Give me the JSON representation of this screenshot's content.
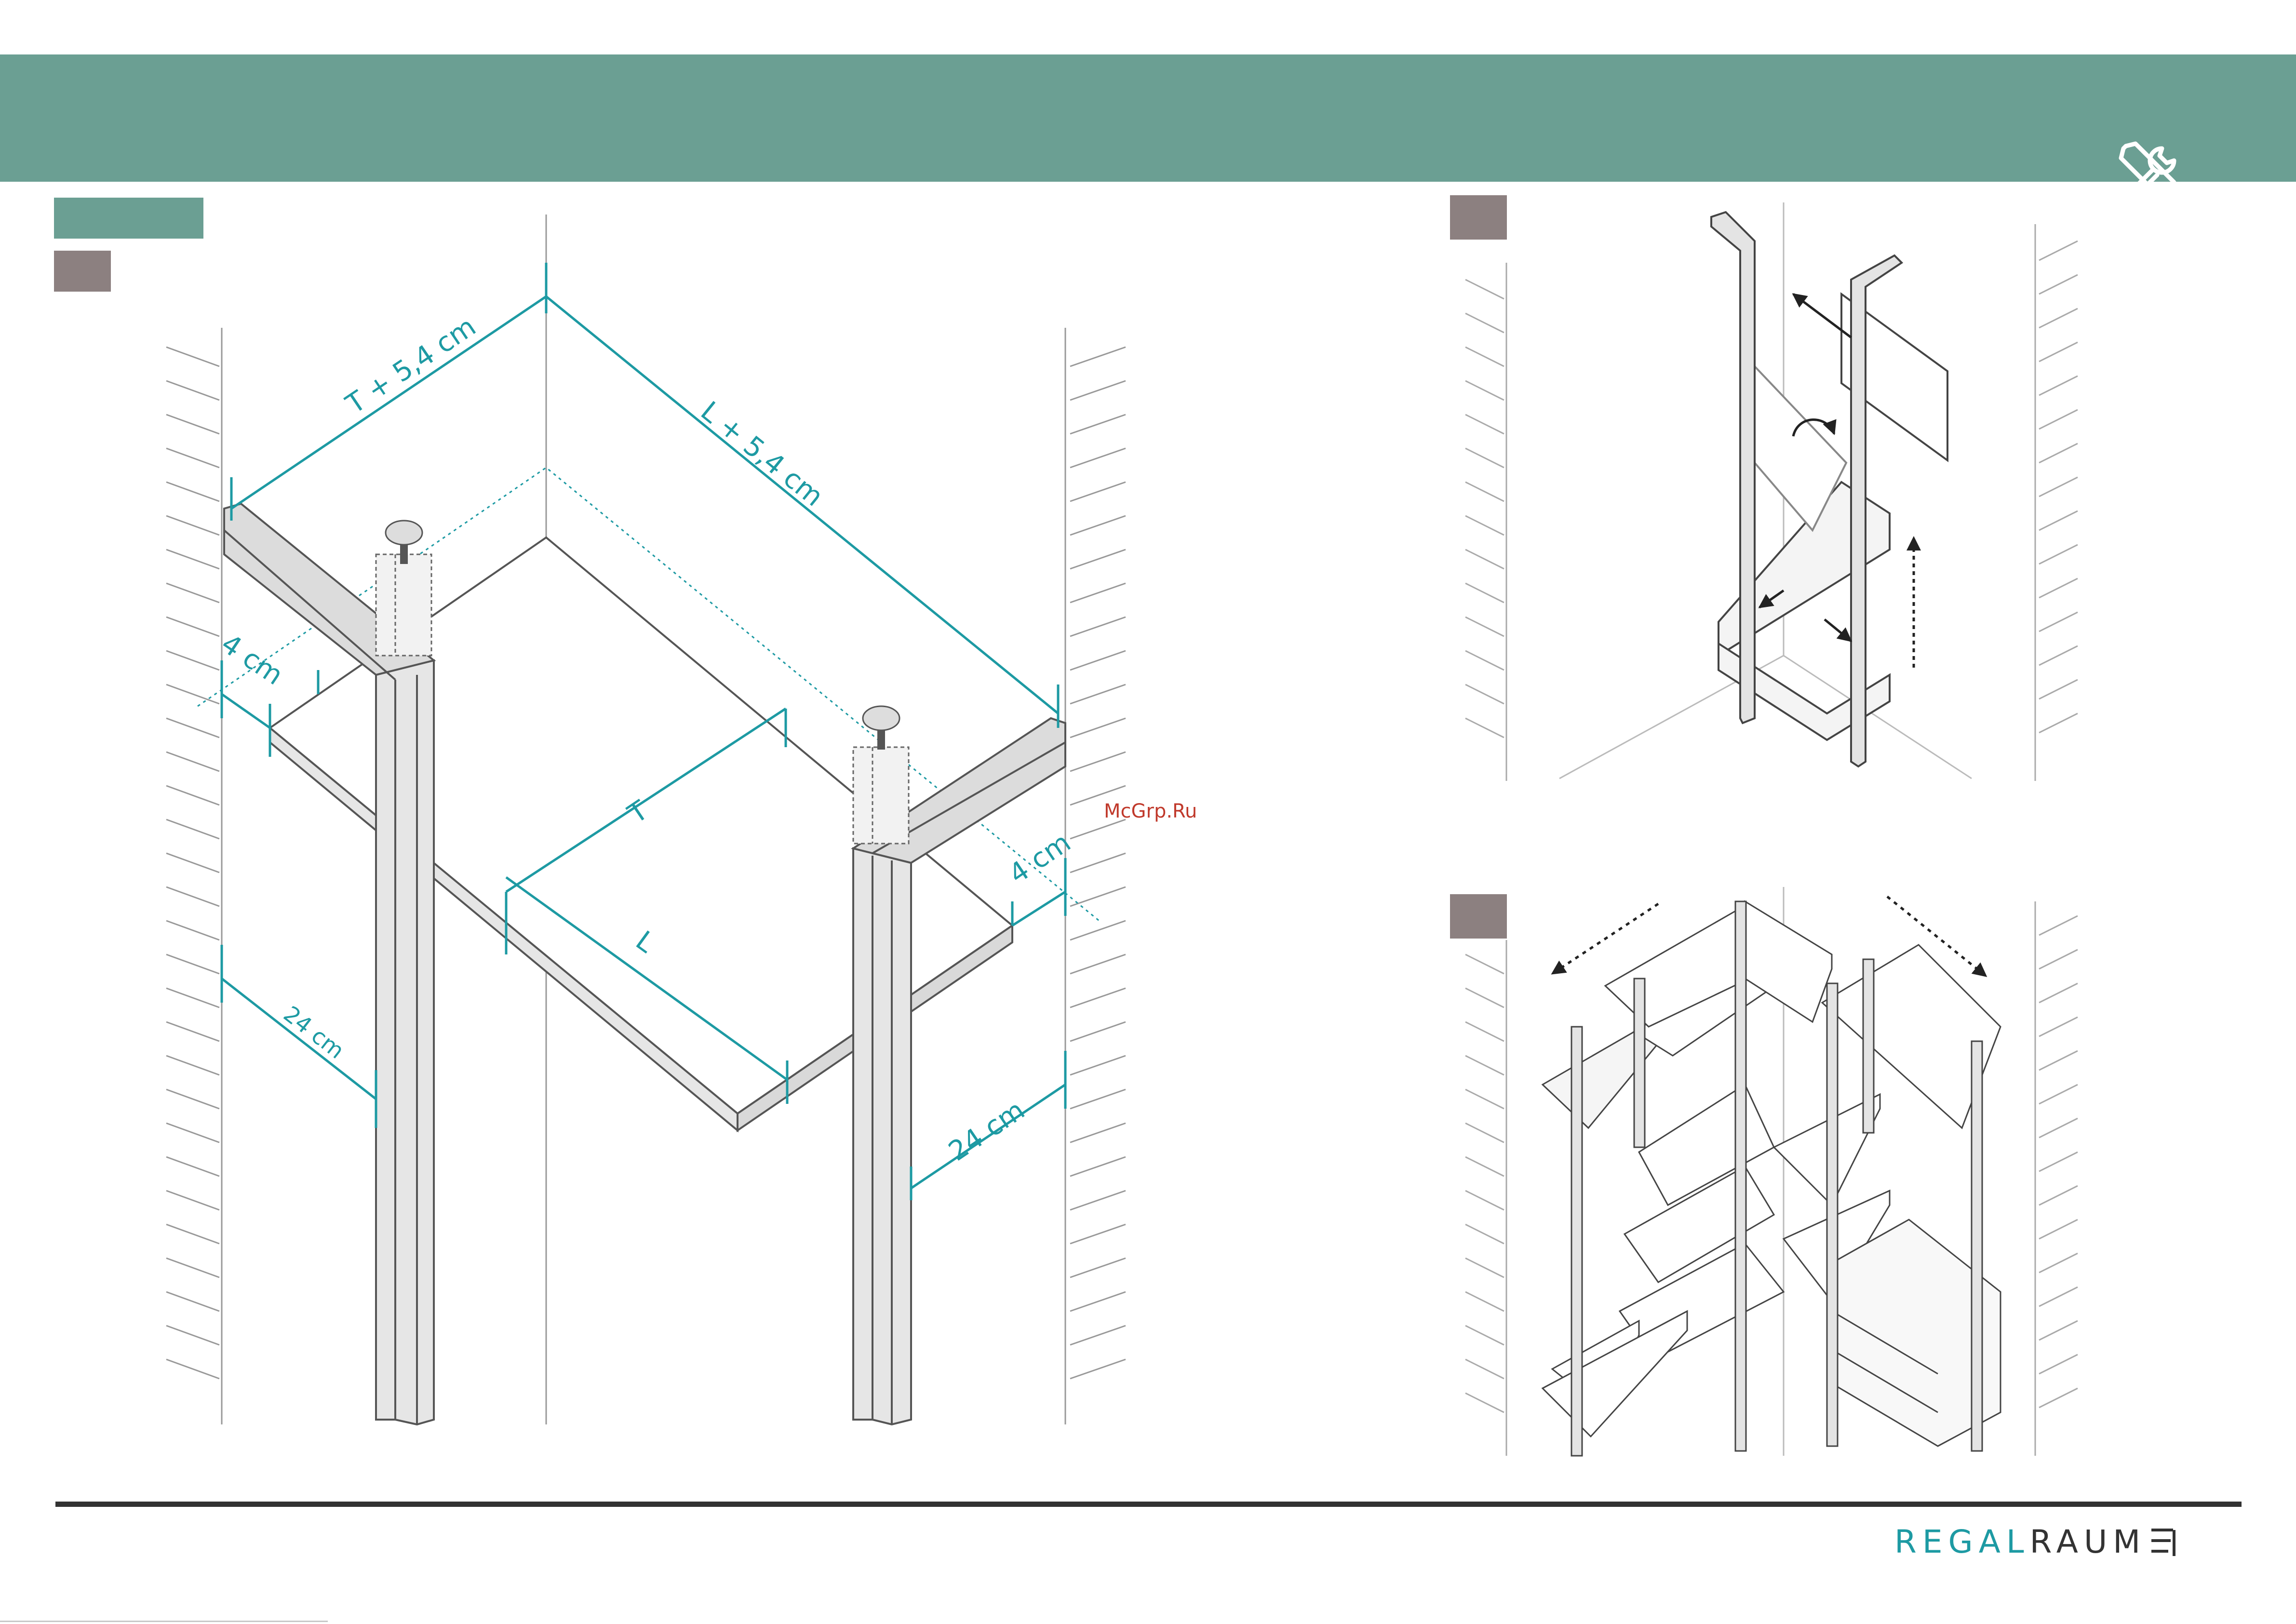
{
  "header": {
    "icon": "tools-icon"
  },
  "diagram": {
    "dim_depth_plus": "T + 5,4 cm",
    "dim_length_plus": "L + 5,4 cm",
    "dim_inset_left": "4 cm",
    "dim_inset_right": "4 cm",
    "dim_depth": "T",
    "dim_length": "L",
    "dim_wall_left": "24 cm",
    "dim_wall_right": "24 cm"
  },
  "watermark": "McGrp.Ru",
  "footer": {
    "brand_regal": "REGAL",
    "brand_raum": "RAUM"
  },
  "colors": {
    "header": "#6b9f93",
    "step_tag": "#8c8080",
    "dimension": "#1d9aa3",
    "brand_teal": "#1d9aa3"
  }
}
